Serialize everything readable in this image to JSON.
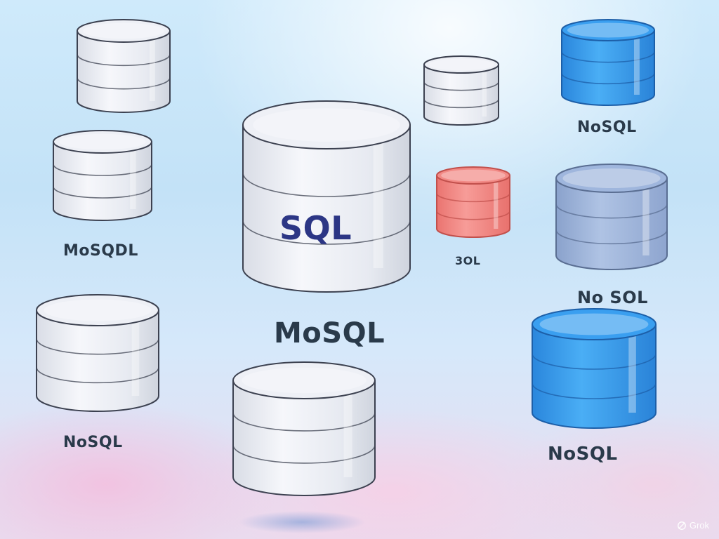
{
  "colors": {
    "white_fill": "#eef0f6",
    "white_stroke": "#3c4150",
    "blue_fill": "#3a9ff0",
    "blue_stroke": "#1d5fa8",
    "slate_fill": "#9fb6dd",
    "slate_stroke": "#5a6e92",
    "red_fill": "#f28a86",
    "red_stroke": "#c2504c",
    "label_dark": "#2a3a4a",
    "label_navy": "#2c3685"
  },
  "labels": {
    "center_cylinder": "SQL",
    "center_caption": "MoSQL",
    "left_mid": "MoSQDL",
    "left_bottom": "NoSQL",
    "small_red": "3OL",
    "right_top": "NoSQL",
    "right_mid": "No SOL",
    "right_bottom": "NoSQL"
  },
  "watermark": {
    "icon": "grok-logo-icon",
    "text": "Grok"
  }
}
